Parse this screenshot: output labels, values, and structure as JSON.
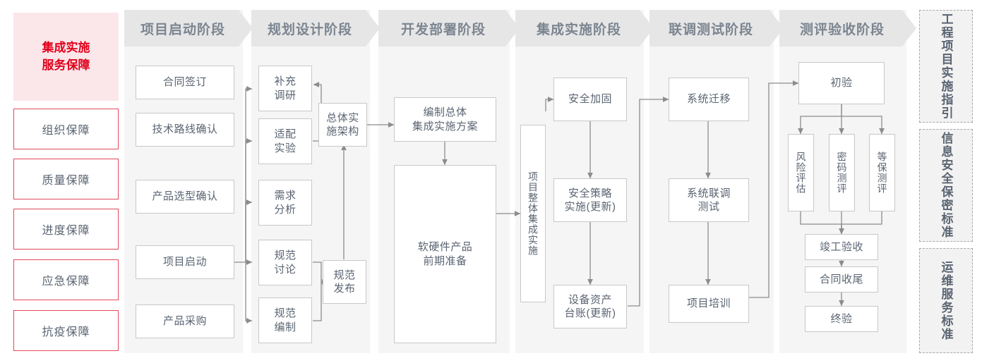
{
  "left_panel": {
    "title": "集成实施\n服务保障",
    "title_color": "#e2001a",
    "title_bg": "#fbe6ea",
    "items": [
      {
        "label": "组织保障"
      },
      {
        "label": "质量保障"
      },
      {
        "label": "进度保障"
      },
      {
        "label": "应急保障"
      },
      {
        "label": "抗疫保障"
      }
    ]
  },
  "phases": [
    {
      "id": "p1",
      "header": "项目启动阶段"
    },
    {
      "id": "p2",
      "header": "规划设计阶段"
    },
    {
      "id": "p3",
      "header": "开发部署阶段"
    },
    {
      "id": "p4",
      "header": "集成实施阶段"
    },
    {
      "id": "p5",
      "header": "联调测试阶段"
    },
    {
      "id": "p6",
      "header": "测评验收阶段"
    }
  ],
  "nodes": {
    "n_contract": "合同签订",
    "n_techroute": "技术路线确认",
    "n_prodselect": "产品选型确认",
    "n_kickoff": "项目启动",
    "n_purchase": "产品采购",
    "n_research": "补充\n调研",
    "n_adapttest": "适配\n实验",
    "n_reqanalysis": "需求\n分析",
    "n_specdiscuss": "规范\n讨论",
    "n_speccompile": "规范\n编制",
    "n_archdesign": "总体实\n施架构",
    "n_specrelease": "规范\n发布",
    "n_planwrite": "编制总体\n集成实施方案",
    "n_hwswprep": "软硬件产品\n前期准备",
    "n_overallint": "项目整体集成实施",
    "n_secharden": "安全加固",
    "n_secpolicy": "安全策略\n实施(更新)",
    "n_assetledger": "设备资产\n台账(更新)",
    "n_sysmigrate": "系统迁移",
    "n_sysjointtest": "系统联调\n测试",
    "n_training": "项目培训",
    "n_preaccept": "初验",
    "n_riskassess": "风险评估",
    "n_cryptoeval": "密码测评",
    "n_gradeeval": "等保测评",
    "n_finishaccept": "竣工验收",
    "n_contractclose": "合同收尾",
    "n_finalaccept": "终验"
  },
  "right_panels": [
    {
      "label": "工程项目实施指引"
    },
    {
      "label": "信息安全保密标准"
    },
    {
      "label": "运维服务标准"
    }
  ],
  "colors": {
    "accent_red": "#e2001a",
    "item_border_red": "#e2495c",
    "band_bg": "#f5f5f5",
    "chevron_bg": "#e6e6e6",
    "chevron_text": "#7b8590",
    "node_border": "#c8c8c8",
    "node_text": "#5a6472",
    "wire": "#8c8c8c"
  }
}
